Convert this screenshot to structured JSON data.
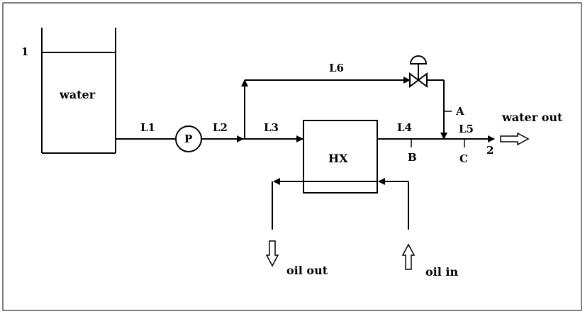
{
  "diagram": {
    "tank": {
      "label": "water",
      "node_label": "1"
    },
    "pump": {
      "label": "P"
    },
    "heat_exchanger": {
      "label": "HX"
    },
    "lines": {
      "l1": "L1",
      "l2": "L2",
      "l3": "L3",
      "l4": "L4",
      "l5": "L5",
      "l6": "L6"
    },
    "points": {
      "a": "A",
      "b": "B",
      "c": "C",
      "outlet_node": "2"
    },
    "streams": {
      "water_out": "water out",
      "oil_out": "oil out",
      "oil_in": "oil in"
    }
  }
}
